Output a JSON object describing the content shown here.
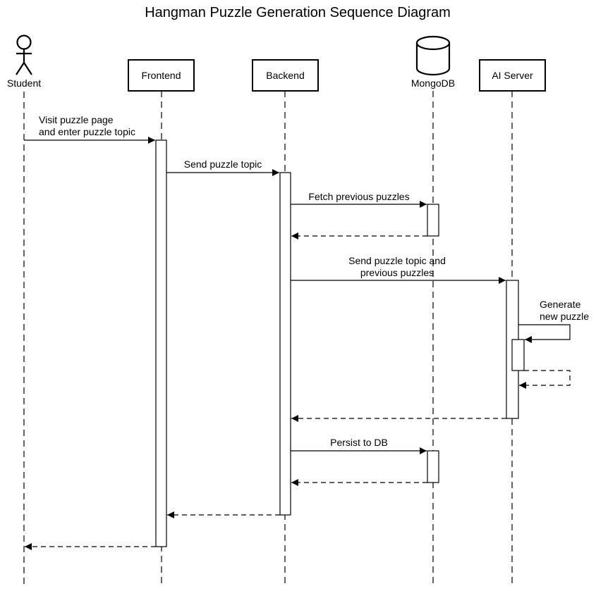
{
  "diagram": {
    "title": "Hangman Puzzle Generation Sequence Diagram",
    "participants": {
      "student": "Student",
      "frontend": "Frontend",
      "backend": "Backend",
      "mongodb": "MongoDB",
      "ai_server": "AI Server"
    },
    "messages": {
      "m1": [
        "Visit puzzle page",
        "and enter puzzle topic"
      ],
      "m2": "Send puzzle topic",
      "m3": "Fetch previous puzzles",
      "m4": [
        "Send puzzle topic and",
        "previous puzzles"
      ],
      "m5": [
        "Generate",
        "new puzzle"
      ],
      "m6": "Persist to DB"
    }
  }
}
